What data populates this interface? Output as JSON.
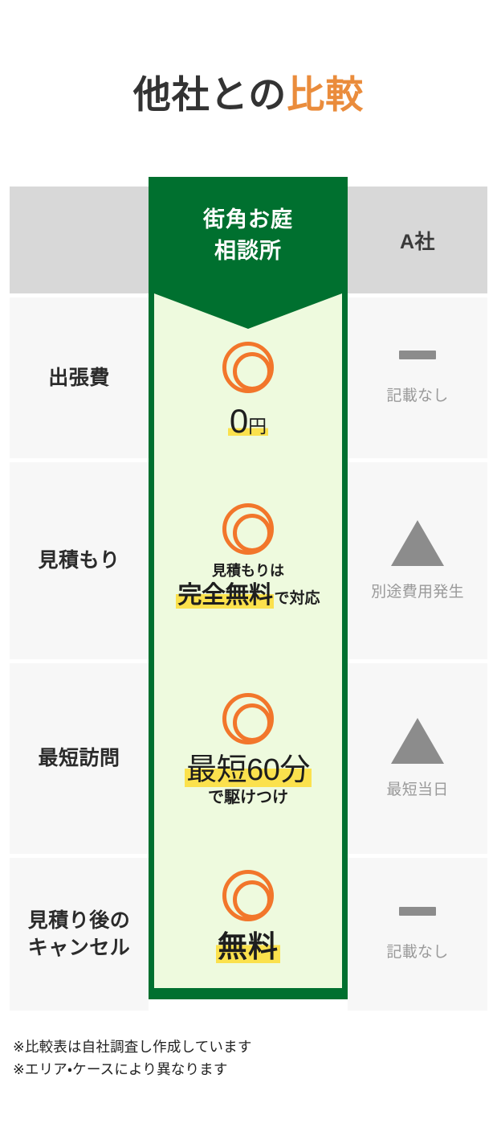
{
  "title": {
    "lead": "他社との",
    "accent": "比較"
  },
  "table": {
    "header": {
      "label_col": "",
      "feature_col": "街角お庭\n相談所",
      "feature_col_line1": "街角お庭",
      "feature_col_line2": "相談所",
      "competitor_col": "A社"
    },
    "rows": [
      {
        "label": "出張費",
        "feature": {
          "icon": "double-circle-icon",
          "value_main": "0",
          "value_unit": "円",
          "highlight_color": "#fbe14d"
        },
        "competitor": {
          "icon": "dash-icon",
          "note": "記載なし"
        }
      },
      {
        "label": "見積もり",
        "feature": {
          "icon": "double-circle-icon",
          "line_top": "見積もりは",
          "value_main": "完全無料",
          "value_suffix": "で対応",
          "highlight_color": "#fbe14d"
        },
        "competitor": {
          "icon": "triangle-icon",
          "note": "別途費用発生"
        }
      },
      {
        "label": "最短訪問",
        "feature": {
          "icon": "double-circle-icon",
          "value_main": "最短60分",
          "value_sub": "で駆けつけ",
          "highlight_color": "#fbe14d"
        },
        "competitor": {
          "icon": "triangle-icon",
          "note": "最短当日"
        }
      },
      {
        "label_line1": "見積り後の",
        "label_line2": "キャンセル",
        "feature": {
          "icon": "double-circle-icon",
          "value_main": "無料",
          "highlight_color": "#fbe14d"
        },
        "competitor": {
          "icon": "dash-icon",
          "note": "記載なし"
        }
      }
    ]
  },
  "footnotes": {
    "line1": "※比較表は自社調査し作成しています",
    "line2": "※エリア・ケースにより異なります"
  },
  "colors": {
    "brand_green": "#00702f",
    "feature_bg": "#eefade",
    "accent_orange": "#ea8c3c",
    "circle_orange": "#f2762b",
    "highlight_yellow": "#fbe14d",
    "header_gray": "#d8d8d8",
    "row_gray": "#f7f7f7",
    "mark_gray": "#8c8c8c"
  }
}
